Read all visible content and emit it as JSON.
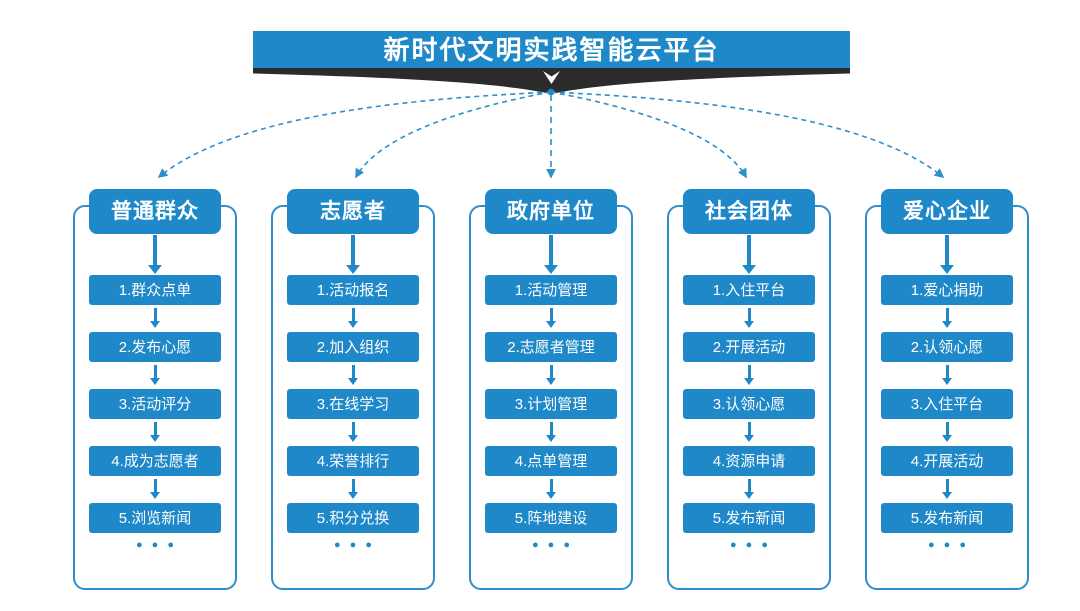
{
  "title": {
    "text": "新时代文明实践智能云平台"
  },
  "ellipsis": "●●●",
  "colors": {
    "primary_blue": "#1E88C9",
    "outline_blue": "#2E8FCC",
    "dark_band": "#2B2B2B",
    "text_white": "#FFFFFF",
    "background": "#FFFFFF"
  },
  "columns": [
    {
      "header": "普通群众",
      "items": [
        "1.群众点单",
        "2.发布心愿",
        "3.活动评分",
        "4.成为志愿者",
        "5.浏览新闻"
      ]
    },
    {
      "header": "志愿者",
      "items": [
        "1.活动报名",
        "2.加入组织",
        "3.在线学习",
        "4.荣誉排行",
        "5.积分兑换"
      ]
    },
    {
      "header": "政府单位",
      "items": [
        "1.活动管理",
        "2.志愿者管理",
        "3.计划管理",
        "4.点单管理",
        "5.阵地建设"
      ]
    },
    {
      "header": "社会团体",
      "items": [
        "1.入住平台",
        "2.开展活动",
        "3.认领心愿",
        "4.资源申请",
        "5.发布新闻"
      ]
    },
    {
      "header": "爱心企业",
      "items": [
        "1.爱心捐助",
        "2.认领心愿",
        "3.入住平台",
        "4.开展活动",
        "5.发布新闻"
      ]
    }
  ]
}
